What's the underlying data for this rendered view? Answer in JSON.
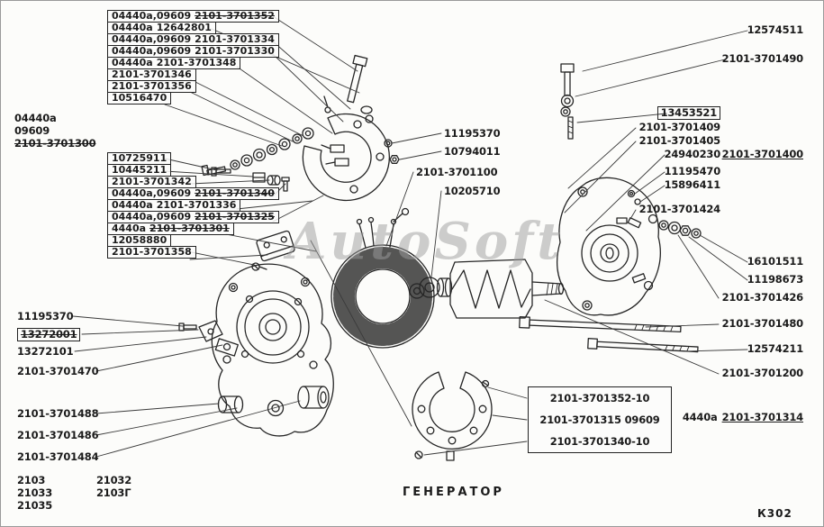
{
  "title": "ГЕНЕРАТОР",
  "code": "К302",
  "watermark": "AutoSoft",
  "g1": [
    {
      "m": "04440а,09609",
      "p": "2101-3701352"
    },
    {
      "m": "04440а",
      "p": "12642801"
    },
    {
      "m": "04440а,09609",
      "p": "2101-3701334"
    },
    {
      "m": "04440а,09609",
      "p": "2101-3701330"
    },
    {
      "m": "04440а",
      "p": "2101-3701348"
    },
    {
      "m": "",
      "p": "2101-3701346"
    },
    {
      "m": "",
      "p": "2101-3701356"
    },
    {
      "m": "",
      "p": "10516470"
    }
  ],
  "g2": [
    {
      "m": "",
      "p": "10725911"
    },
    {
      "m": "",
      "p": "10445211"
    },
    {
      "m": "",
      "p": "2101-3701342"
    },
    {
      "m": "04440а,09609",
      "p": "2101-3701340"
    },
    {
      "m": "04440а",
      "p": "2101-3701336"
    },
    {
      "m": "04440а,09609",
      "p": "2101-3701325"
    },
    {
      "m": "4440а",
      "p": "2101-3701301"
    },
    {
      "m": "",
      "p": "12058880"
    },
    {
      "m": "",
      "p": "2101-3701358"
    }
  ],
  "asm": {
    "m1": "04440а",
    "m2": "09609",
    "p": "2101-3701300"
  },
  "ll": {
    "l1": "11195370",
    "l2": "13272001",
    "l3": "13272101",
    "l4": "2101-3701470",
    "l5": "2101-3701488",
    "l6": "2101-3701486",
    "l7": "2101-3701484"
  },
  "models": {
    "a": "2103",
    "b": "21032",
    "c": "21033",
    "d": "2103Г",
    "e": "21035"
  },
  "cl": {
    "c1": "11195370",
    "c2": "10794011",
    "c3": "2101-3701100",
    "c4": "10205710"
  },
  "rl": {
    "a1": "12574511",
    "a2": "2101-3701490",
    "b1": "13453521",
    "b2": "2101-3701409",
    "b3": "2101-3701405",
    "b4": "24940230",
    "a3": "2101-3701400",
    "b5": "11195470",
    "b6": "15896411",
    "b7": "2101-3701424",
    "a4": "16101511",
    "a5": "11198673",
    "a6": "2101-3701426",
    "a7": "2101-3701480",
    "a8": "12574211",
    "a9": "2101-3701200"
  },
  "bb": {
    "r1": "2101-3701352-10",
    "r2": "2101-3701315 09609",
    "r3": "2101-3701340-10",
    "m": "4440а",
    "p": "2101-3701314"
  }
}
